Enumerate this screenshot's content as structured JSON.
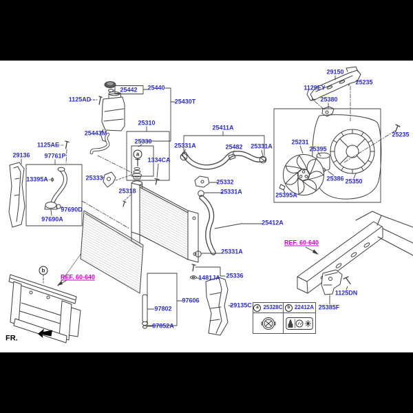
{
  "parts": {
    "p25442": "25442",
    "p25440": "25440",
    "p25430T": "25430T",
    "p1125AD": "1125AD",
    "p25443M": "25443M",
    "p25310": "25310",
    "p25330": "25330",
    "p1334CA": "1334CA",
    "p25331A": "25331A",
    "p25411A": "25411A",
    "p25482": "25482",
    "p25332": "25332",
    "p25412A": "25412A",
    "p25336": "25336",
    "p1481JA": "1481JA",
    "p29136": "29136",
    "p1125AE": "1125AE",
    "p97761P": "97761P",
    "p13395A": "13395A",
    "p25333": "25333",
    "p25318": "25318",
    "p97690D": "97690D",
    "p97690A": "97690A",
    "p29150": "29150",
    "p25235": "25235",
    "p1129EY": "1129EY",
    "p25380": "25380",
    "p25231": "25231",
    "p25395": "25395",
    "p25386": "25386",
    "p25350": "25350",
    "p25395A": "25395A",
    "p97606": "97606",
    "p97802": "97802",
    "p97852A": "97852A",
    "p29135C": "29135C",
    "p1125DN": "1125DN",
    "p25385F": "25385F"
  },
  "ref_note": "REF. 60-640",
  "direction_label": "FR.",
  "callout_markers": {
    "a": "a",
    "b": "b"
  },
  "legend": {
    "a_part": "25328C",
    "b_part": "22412A"
  },
  "colors": {
    "part_label": "#2b2bc8",
    "ref_label": "#c800c8",
    "line_art": "#3c3c3c",
    "background": "#ffffff",
    "letterbox": "#000000"
  }
}
